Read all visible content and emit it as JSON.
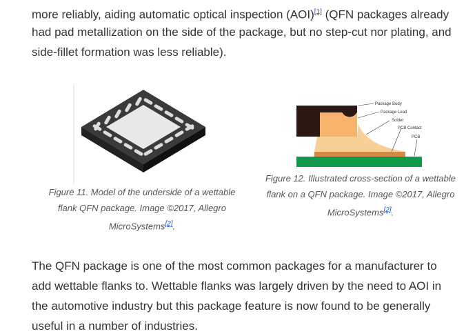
{
  "intro": {
    "line1": "more reliably, aiding automatic optical inspection (AOI)",
    "ref1": "[1]",
    "line1b": " (QFN packages already",
    "line2": "had pad metallization on the side of the package, but no step-cut nor plating, and",
    "line3": "side-fillet formation was less reliable)."
  },
  "fig11": {
    "line1": "Figure 11. Model of the underside of a wettable",
    "line2": "flank QFN package. Image ©2017, Allegro",
    "line3": "MicroSystems",
    "ref": "[2]",
    "end": "."
  },
  "fig12": {
    "line1": "Figure 12. Illustrated cross-section of a wettable",
    "line2": "flank on a QFN package. Image ©2017, Allegro",
    "line3": "MicroSystems",
    "ref": "[2]",
    "end": ".",
    "labels": [
      "Package Body",
      "Package Lead",
      "Solder",
      "PCB Contact",
      "PCB"
    ]
  },
  "body": {
    "line1": "The QFN package is one of the most common packages for a manufacturer to",
    "line2": "add wettable flanks to. Wettable flanks was largely driven by the need to AOI in",
    "line3": "the automotive industry but this package feature is now found to be generally",
    "line4": "useful in a number of industries."
  }
}
